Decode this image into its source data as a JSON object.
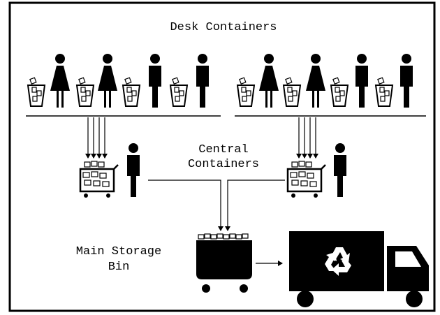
{
  "diagram": {
    "labels": {
      "desk_containers": "Desk Containers",
      "central_containers_line1": "Central",
      "central_containers_line2": "Containers",
      "main_storage_line1": "Main Storage",
      "main_storage_line2": "Bin"
    },
    "icons": {
      "person": "person-icon",
      "wastebasket": "wastebasket-icon",
      "cart": "cart-icon",
      "bin": "storage-bin-icon",
      "truck": "recycling-truck-icon",
      "recycle": "recycle-symbol-icon"
    },
    "colors": {
      "ink": "#000000",
      "paper": "#ffffff"
    }
  }
}
